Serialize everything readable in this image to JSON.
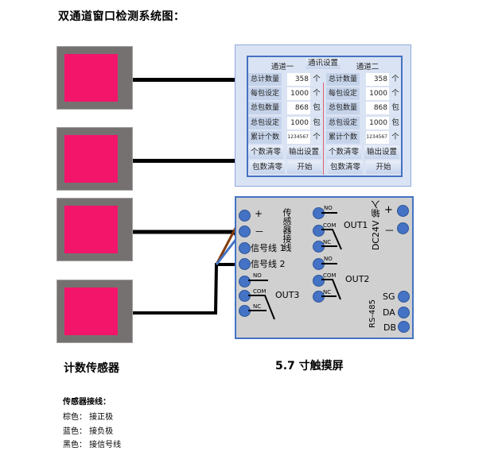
{
  "title": "双通道窗口检测系统图：",
  "sensors": [
    {
      "id": 1,
      "body_color": "#767171",
      "face_color": "#f2156a"
    },
    {
      "id": 2,
      "body_color": "#767171",
      "face_color": "#f2156a"
    },
    {
      "id": 3,
      "body_color": "#767171",
      "face_color": "#f2156a"
    },
    {
      "id": 4,
      "body_color": "#767171",
      "face_color": "#f2156a"
    }
  ],
  "sensor_caption": "计数传感器",
  "hmi": {
    "caption": "5.7 寸触摸屏",
    "header": {
      "channel1": "通道一",
      "comm": "通讯设置",
      "channel2": "通道二"
    },
    "channels": [
      {
        "rows": [
          {
            "label": "总计数量",
            "value": "358",
            "unit": "个"
          },
          {
            "label": "每包设定",
            "value": "1000",
            "unit": "个"
          },
          {
            "label": "总包数量",
            "value": "868",
            "unit": "包"
          },
          {
            "label": "总包设定",
            "value": "1000",
            "unit": "包"
          },
          {
            "label": "累计个数",
            "value": "1234567",
            "unit": "个"
          }
        ],
        "buttons": [
          "个数清零",
          "输出设置",
          "包数清零",
          "开始"
        ]
      },
      {
        "rows": [
          {
            "label": "总计数量",
            "value": "358",
            "unit": "个"
          },
          {
            "label": "每包设定",
            "value": "1000",
            "unit": "个"
          },
          {
            "label": "总包数量",
            "value": "868",
            "unit": "包"
          },
          {
            "label": "总包设定",
            "value": "1000",
            "unit": "包"
          },
          {
            "label": "累计个数",
            "value": "1234567",
            "unit": "个"
          }
        ],
        "buttons": [
          "个数清零",
          "输出设置",
          "包数清零",
          "开始"
        ]
      }
    ]
  },
  "board": {
    "sensor_wiring_label": "传感器接线",
    "plus": "+",
    "minus": "－",
    "signal1": "信号线 1",
    "signal2": "信号线 2",
    "no": "NO",
    "com": "COM",
    "nc": "NC",
    "out1": "OUT1",
    "out2": "OUT2",
    "out3": "OUT3",
    "dc_input": "DC24V 输入",
    "rs485": "RS-485",
    "sg": "SG",
    "da": "DA",
    "db": "DB",
    "colors": {
      "terminal": "#4472c4",
      "brown_wire": "#843c0c",
      "blue_wire": "#4472c4",
      "black_wire": "#000000"
    }
  },
  "legend": {
    "title": "传感器接线：",
    "lines": [
      "棕色：  接正极",
      "蓝色：  接负极",
      "黑色：  接信号线"
    ]
  }
}
